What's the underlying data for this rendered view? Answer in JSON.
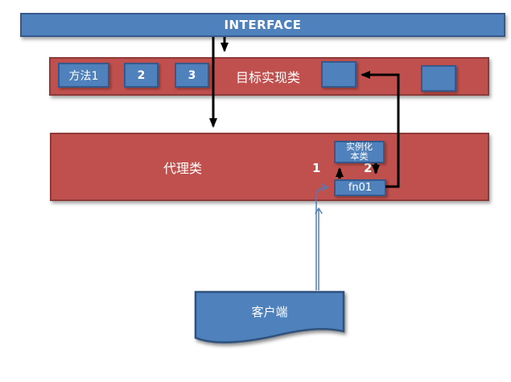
{
  "interface_bar": {
    "label": "INTERFACE"
  },
  "target_class_bar": {
    "label": "目标实现类",
    "method_boxes": [
      {
        "label": "方法1"
      },
      {
        "label": "2"
      },
      {
        "label": "3"
      }
    ]
  },
  "proxy_class_bar": {
    "label": "代理类",
    "step1_label": "1",
    "step2_label": "2",
    "instantiate_box": {
      "line1": "实例化",
      "line2": "本类"
    },
    "fn_box": {
      "label": "fn01"
    }
  },
  "client_shape": {
    "label": "客户端"
  },
  "colors": {
    "blue_fill": "#4f81bd",
    "blue_border": "#35598c",
    "red_fill": "#c0504d",
    "red_border": "#8e3a38",
    "black_arrow": "#000000",
    "blue_arrow": "#4a7ebb",
    "text": "#ffffff"
  }
}
